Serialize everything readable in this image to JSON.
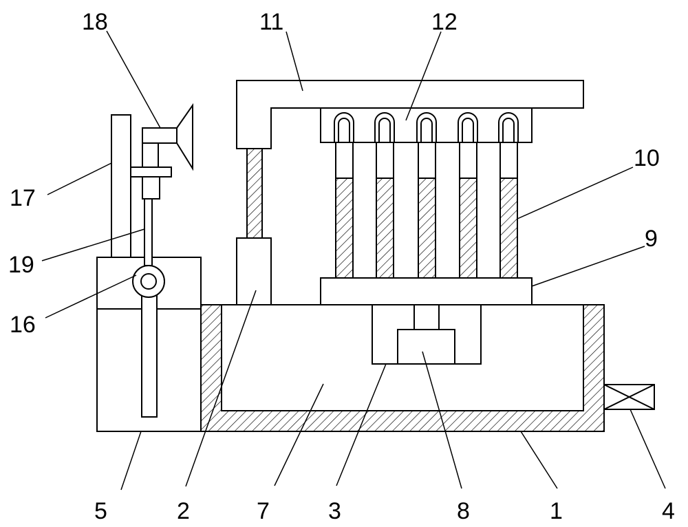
{
  "labels": {
    "l1": "1",
    "l2": "2",
    "l3": "3",
    "l4": "4",
    "l5": "5",
    "l7": "7",
    "l8": "8",
    "l9": "9",
    "l10": "10",
    "l11": "11",
    "l12": "12",
    "l16": "16",
    "l17": "17",
    "l18": "18",
    "l19": "19"
  }
}
